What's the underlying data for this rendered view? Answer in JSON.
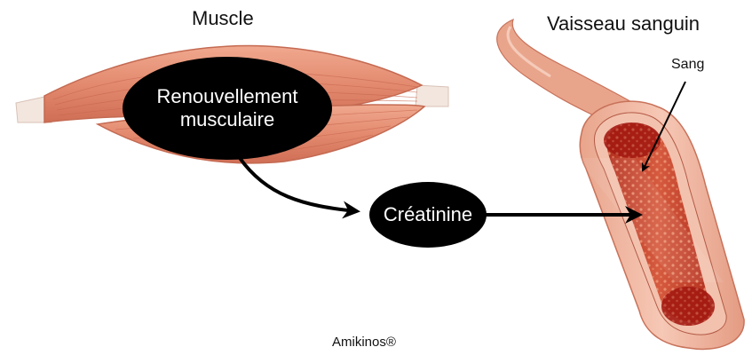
{
  "labels": {
    "muscle": "Muscle",
    "vessel": "Vaisseau sanguin",
    "blood": "Sang",
    "turnover_line1": "Renouvellement",
    "turnover_line2": "musculaire",
    "creatinine": "Créatinine",
    "watermark": "Amikinos®"
  },
  "icons": {
    "muscle": "muscle-illustration-icon",
    "vessel": "blood-vessel-cross-section-icon"
  },
  "colors": {
    "muscle_fill": "#e8937a",
    "muscle_stripe": "#c8674f",
    "tendon": "#f3e6df",
    "vessel_wall": "#f1b59f",
    "blood_dark": "#a31a12",
    "blood_light": "#d9573d",
    "bubble": "#000000",
    "arrow": "#000000"
  }
}
